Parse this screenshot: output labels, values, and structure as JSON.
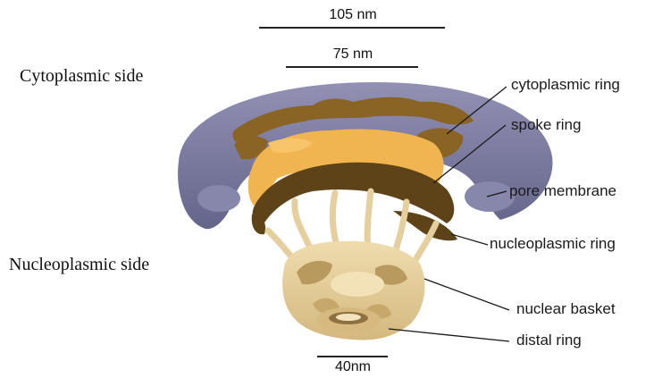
{
  "side_labels": {
    "cytoplasmic": "Cytoplasmic side",
    "nucleoplasmic": "Nucleoplasmic side"
  },
  "scale_bars": {
    "top": "105 nm",
    "middle": "75 nm",
    "bottom": "40nm"
  },
  "parts": {
    "cytoplasmic_ring": "cytoplasmic ring",
    "spoke_ring": "spoke ring",
    "pore_membrane": "pore membrane",
    "nucleoplasmic_ring": "nucleoplasmic ring",
    "nuclear_basket": "nuclear basket",
    "distal_ring": "distal ring"
  },
  "colors": {
    "membrane": "#7b7a9f",
    "cytoplasmic_ring": "#8a6424",
    "spoke_ring": "#f0b450",
    "nucleoplasmic_ring": "#5e4319",
    "basket": "#e6cf9e"
  }
}
